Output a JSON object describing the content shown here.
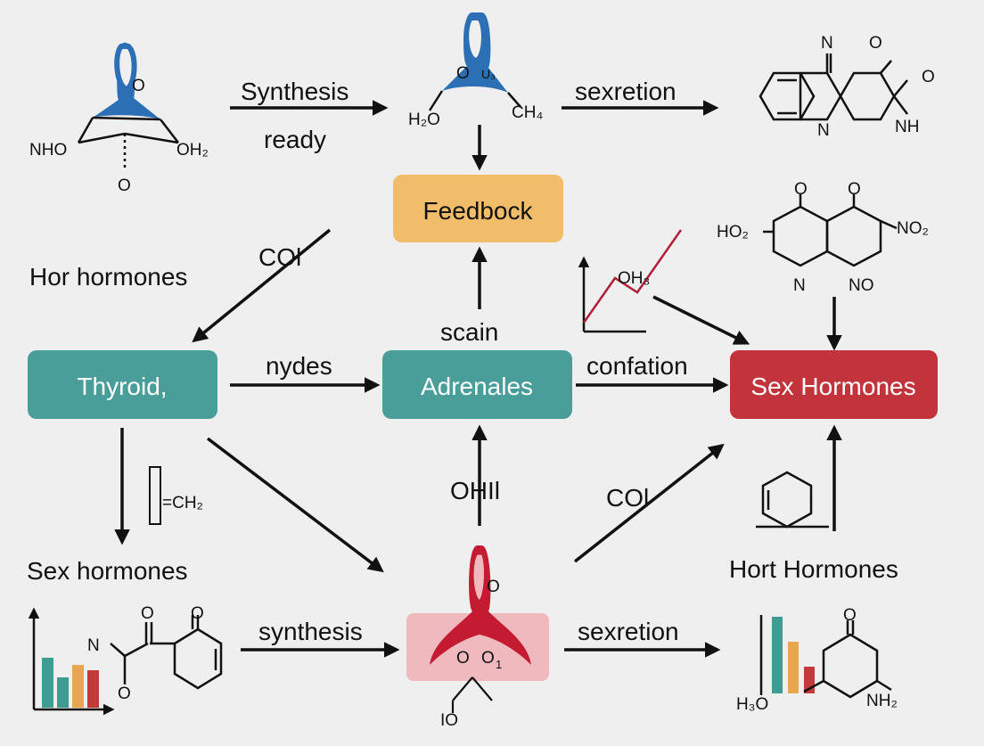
{
  "colors": {
    "background": "#efefef",
    "teal": "#4a9e99",
    "orange": "#f2bd6b",
    "red": "#c2333c",
    "blue": "#2d6fb5",
    "crimson": "#c41a32",
    "pink": "#f0b9bd",
    "ink": "#111111",
    "bar_teal": "#3f9c93",
    "bar_orange": "#e8a64e",
    "bar_red": "#c23a3a"
  },
  "boxes": {
    "feedback": "Feedbock",
    "thyroid": "Thyroid,",
    "adrenales": "Adrenales",
    "sex_hormones": "Sex Hormones"
  },
  "labels": {
    "synthesis_top": "Synthesis",
    "ready": "ready",
    "sexretion_top": "sexretion",
    "hor_hormones": "Hor hormones",
    "col_left": "COl",
    "scain": "scain",
    "nydes": "nydes",
    "confation": "confation",
    "ohil": "OHIl",
    "col_mid": "COl",
    "sex_hormones_left": "Sex hormones",
    "hort_hormones": "Hort Hormones",
    "synthesis_bottom": "synthesis",
    "sexretion_bottom": "sexretion"
  },
  "chem": {
    "top_left": {
      "o": "O",
      "nho": "NHO",
      "oh2": "OH₂",
      "o_bottom": "O"
    },
    "top_center": {
      "o": "O",
      "u3": "U₃",
      "h2o": "H₂O",
      "ch4": "CH₄"
    },
    "top_right": {
      "n": "N",
      "o1": "O",
      "o2": "O",
      "n_ring": "N",
      "nh": "NH"
    },
    "mid_right": {
      "o1": "O",
      "o2": "O",
      "ho2": "HO₂",
      "no2": "NO₂",
      "n": "N",
      "no": "NO"
    },
    "graph": {
      "oh3": "OH₃"
    },
    "ch2": "=CH₂",
    "bottom_left": {
      "n": "N",
      "o1": "O",
      "o2": "O",
      "o3": "O"
    },
    "bottom_center": {
      "o_top": "O",
      "o_left": "O",
      "o_right": "O",
      "sub_one": "1",
      "io": "IO"
    },
    "bottom_right": {
      "o": "O",
      "h3o": "H₃O",
      "nh2": "NH₂"
    }
  }
}
